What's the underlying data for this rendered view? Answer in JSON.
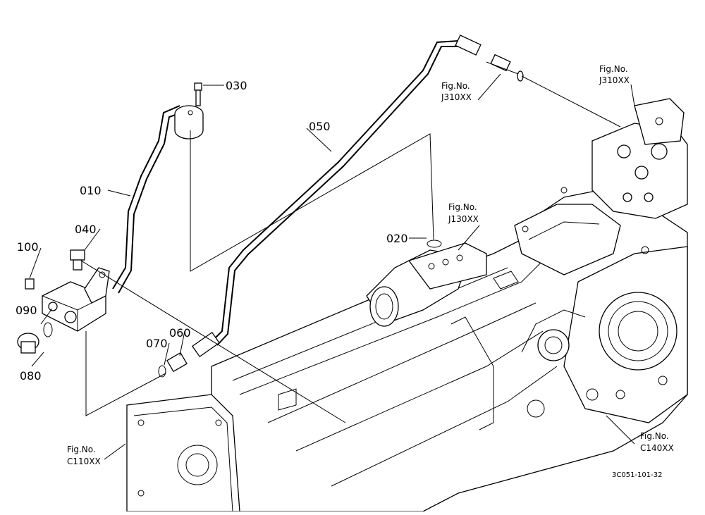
{
  "diagram": {
    "parts": [
      {
        "id": "030",
        "label": "030"
      },
      {
        "id": "050",
        "label": "050"
      },
      {
        "id": "010",
        "label": "010"
      },
      {
        "id": "040",
        "label": "040"
      },
      {
        "id": "020",
        "label": "020"
      },
      {
        "id": "100",
        "label": "100"
      },
      {
        "id": "090",
        "label": "090"
      },
      {
        "id": "080",
        "label": "080"
      },
      {
        "id": "070",
        "label": "070"
      },
      {
        "id": "060",
        "label": "060"
      }
    ],
    "figure_refs": [
      {
        "prefix": "Fig.No.",
        "code": "J310XX"
      },
      {
        "prefix": "Fig.No.",
        "code": "J310XX"
      },
      {
        "prefix": "Fig.No.",
        "code": "J130XX"
      },
      {
        "prefix": "Fig.No.",
        "code": "C110XX"
      },
      {
        "prefix": "Fig.No.",
        "code": "C140XX"
      }
    ],
    "drawing_code": "3C051-101-32"
  }
}
